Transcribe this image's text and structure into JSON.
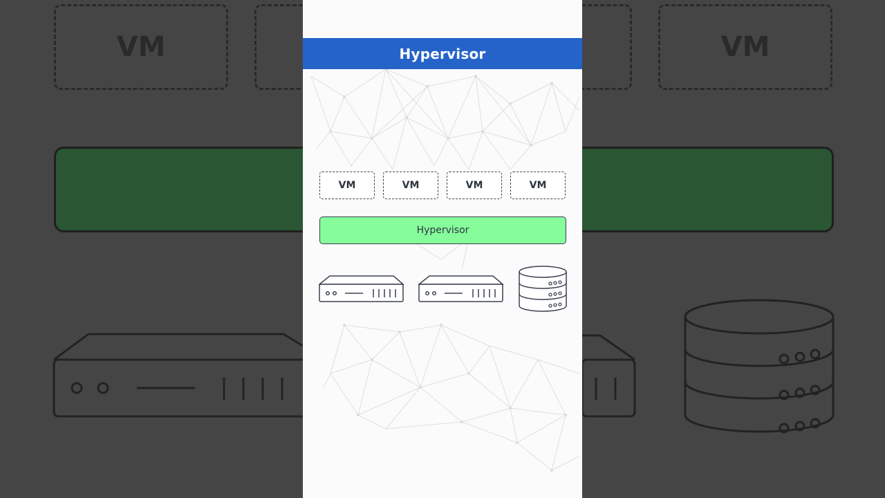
{
  "title": "Hypervisor",
  "vms": [
    {
      "label": "VM"
    },
    {
      "label": "VM"
    },
    {
      "label": "VM"
    },
    {
      "label": "VM"
    }
  ],
  "hypervisor_label": "Hypervisor",
  "hardware": [
    {
      "icon": "server-icon"
    },
    {
      "icon": "server-icon"
    },
    {
      "icon": "database-icon"
    }
  ],
  "background": {
    "vm_label": "VM"
  },
  "colors": {
    "title_bar": "#2563c9",
    "hypervisor": "#86fc9b",
    "outline": "#3a4150"
  }
}
